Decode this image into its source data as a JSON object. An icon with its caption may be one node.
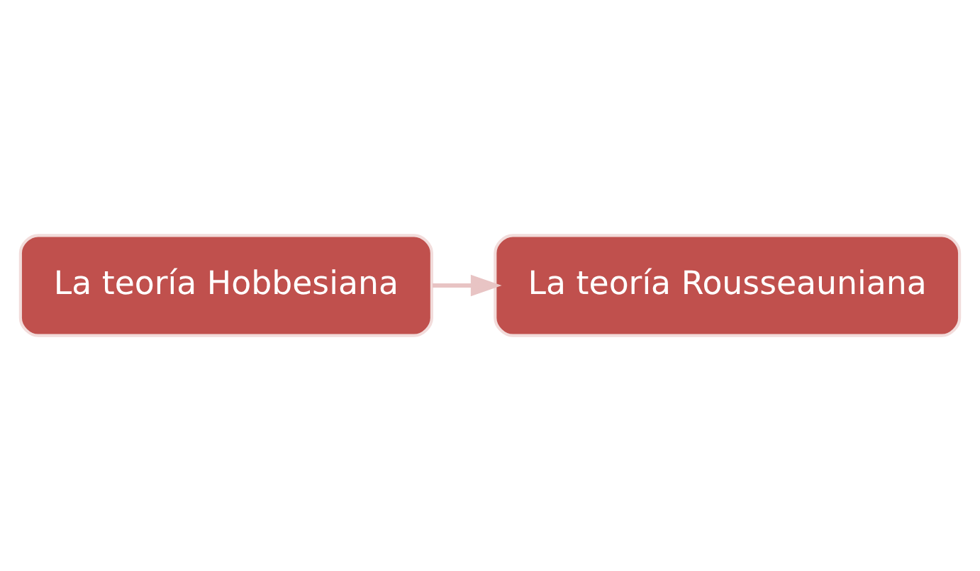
{
  "diagram": {
    "nodes": [
      {
        "text": [
          "La teoría Hobbesiana"
        ]
      },
      {
        "text": [
          "La teoría Rousseauniana"
        ]
      }
    ],
    "edges": [
      {
        "from": 0,
        "to": 1,
        "arrow": "to"
      }
    ]
  }
}
